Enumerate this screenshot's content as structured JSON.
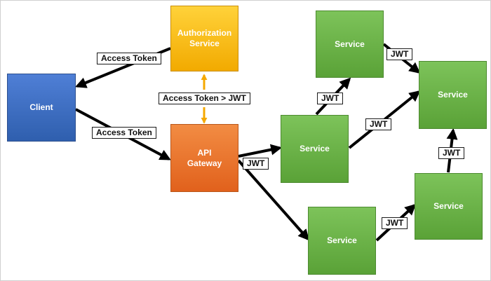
{
  "nodes": {
    "client": "Client",
    "auth": "Authorization\nService",
    "gateway": "API\nGateway",
    "service_top_left": "Service",
    "service_top_right": "Service",
    "service_mid": "Service",
    "service_right": "Service",
    "service_bottom": "Service"
  },
  "labels": {
    "access_token_top": "Access Token",
    "access_token_bottom": "Access Token",
    "exchange": "Access Token > JWT",
    "jwt_gateway": "JWT",
    "jwt_mid_up": "JWT",
    "jwt_top_link": "JWT",
    "jwt_mid_right": "JWT",
    "jwt_bottom": "JWT",
    "jwt_right_up": "JWT"
  },
  "colors": {
    "client": "#3a6cc4",
    "auth": "#f9bd14",
    "gateway": "#ea7430",
    "service": "#6bb347",
    "exchange_arrow": "#f5a800"
  }
}
